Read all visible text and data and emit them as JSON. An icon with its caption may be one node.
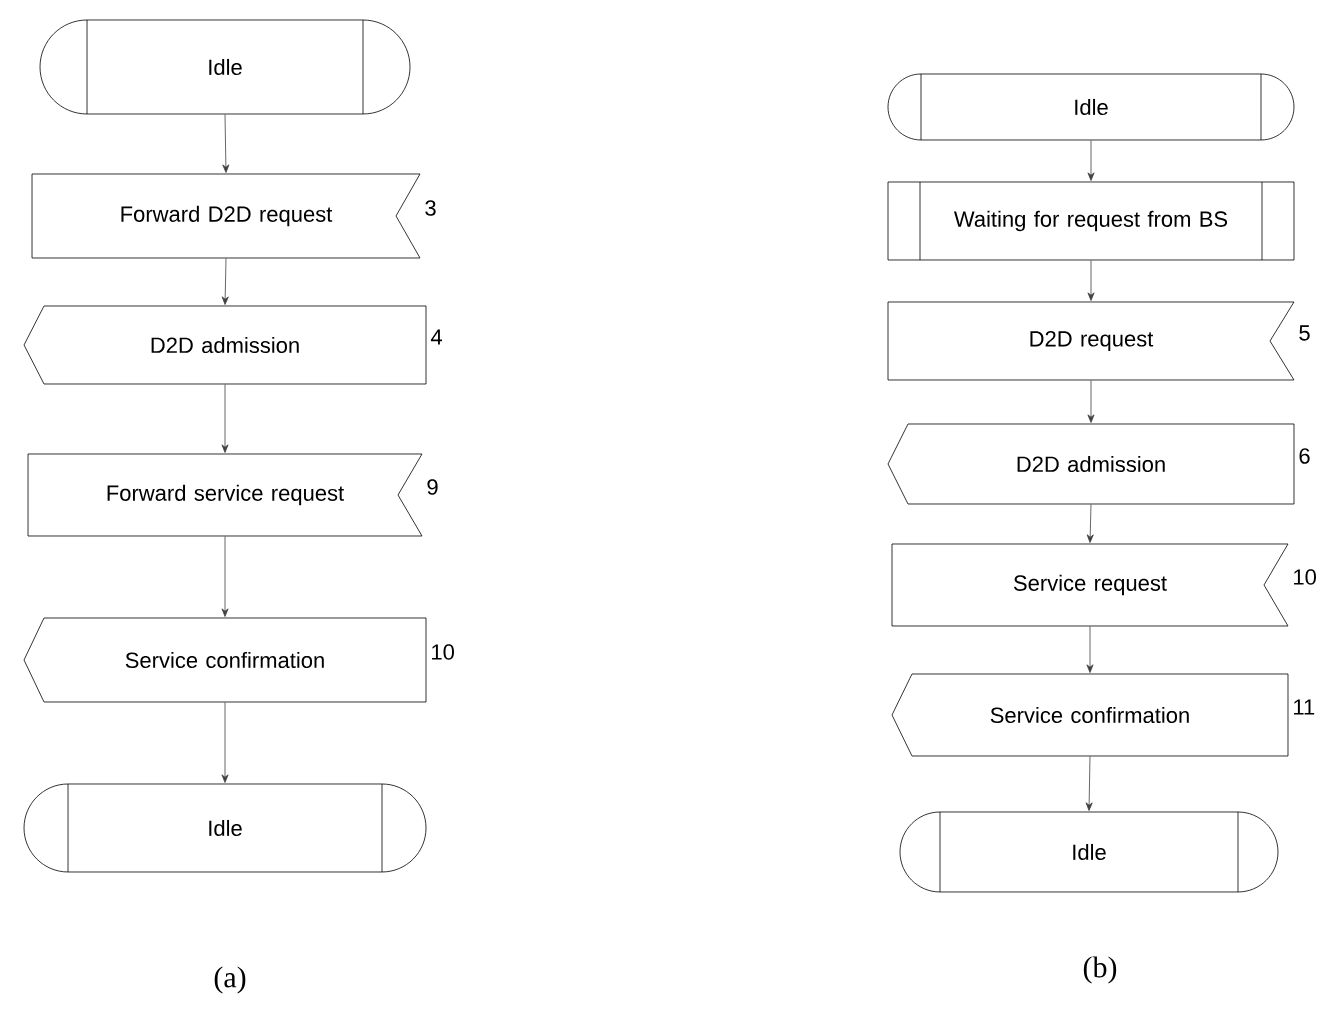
{
  "diagram": {
    "nodes": [
      {
        "text": [
          "Idle"
        ]
      },
      {
        "text": [
          "Forward D2D request"
        ],
        "beside": [
          "3"
        ]
      },
      {
        "text": [
          "D2D admission"
        ],
        "beside": [
          "4"
        ]
      },
      {
        "text": [
          "Forward service request"
        ],
        "beside": [
          "9"
        ]
      },
      {
        "text": [
          "Service confirmation"
        ],
        "beside": [
          "10"
        ]
      },
      {
        "text": [
          "Idle"
        ]
      },
      {
        "text": [
          "Idle"
        ]
      },
      {
        "text": [
          "Waiting for request from BS"
        ]
      },
      {
        "text": [
          "D2D request"
        ],
        "beside": [
          "5"
        ]
      },
      {
        "text": [
          "D2D admission"
        ],
        "beside": [
          "6"
        ]
      },
      {
        "text": [
          "Service request"
        ],
        "beside": [
          "10"
        ]
      },
      {
        "text": [
          "Service confirmation"
        ],
        "beside": [
          "11"
        ]
      },
      {
        "text": [
          "Idle"
        ]
      }
    ],
    "edges": [
      {
        "from": 0,
        "to": 1,
        "arrow": "to"
      },
      {
        "from": 1,
        "to": 2,
        "arrow": "to"
      },
      {
        "from": 2,
        "to": 3,
        "arrow": "to"
      },
      {
        "from": 3,
        "to": 4,
        "arrow": "to"
      },
      {
        "from": 4,
        "to": 5,
        "arrow": "to"
      },
      {
        "from": 6,
        "to": 7,
        "arrow": "to"
      },
      {
        "from": 7,
        "to": 8,
        "arrow": "to"
      },
      {
        "from": 8,
        "to": 9,
        "arrow": "to"
      },
      {
        "from": 9,
        "to": 10,
        "arrow": "to"
      },
      {
        "from": 10,
        "to": 11,
        "arrow": "to"
      },
      {
        "from": 11,
        "to": 12,
        "arrow": "to"
      }
    ],
    "labels": [
      "(a)",
      "(b)"
    ]
  }
}
